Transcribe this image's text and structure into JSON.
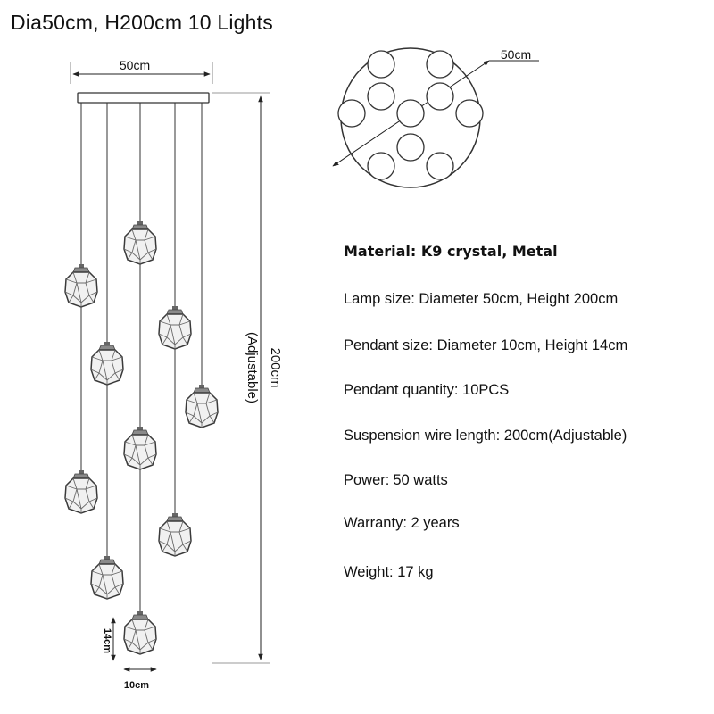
{
  "header": {
    "title": "Dia50cm, H200cm  10 Lights"
  },
  "dimensions": {
    "canopy_width": "50cm",
    "total_height": "200cm",
    "adjustable": "(Adjustable)",
    "top_view_diameter": "50cm",
    "pendant_height": "14cm",
    "pendant_width": "10cm"
  },
  "specs": [
    {
      "label": "Material: K9 crystal, Metal",
      "value": ""
    },
    {
      "label": "Lamp size: Diameter 50cm, Height 200cm",
      "value": ""
    },
    {
      "label": "Pendant size: Diameter 10cm, Height 14cm",
      "value": ""
    },
    {
      "label": "Pendant quantity: 10PCS",
      "value": ""
    },
    {
      "label": "Suspension wire length: 200cm(Adjustable)",
      "value": ""
    },
    {
      "label": "Power:",
      "value": "50 watts"
    },
    {
      "label": "Warranty: 2 years",
      "value": ""
    },
    {
      "label": "Weight: 17 kg",
      "value": ""
    }
  ]
}
